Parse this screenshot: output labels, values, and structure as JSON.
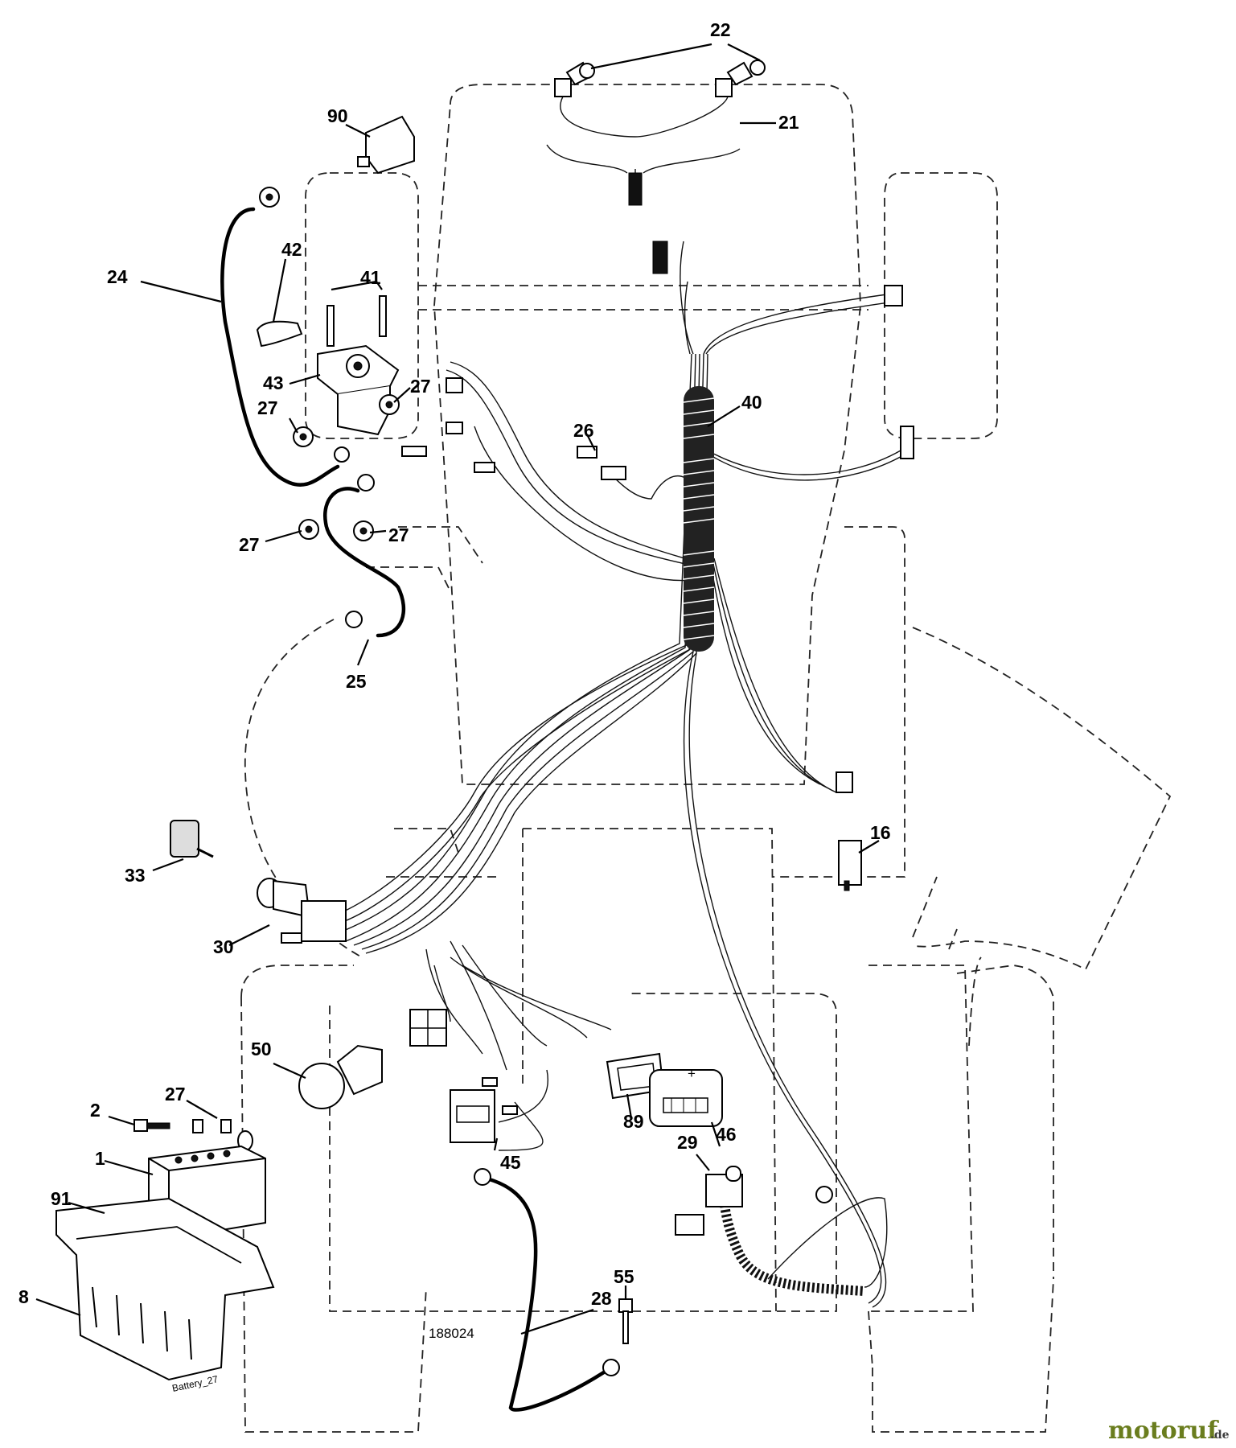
{
  "drawing_number": "188024",
  "battery_label": "Battery_27",
  "watermark": {
    "name": "motoruf",
    "suffix": ".de"
  },
  "callouts": {
    "c1": "1",
    "c2": "2",
    "c8": "8",
    "c16": "16",
    "c21": "21",
    "c22": "22",
    "c24": "24",
    "c25": "25",
    "c26": "26",
    "c27a": "27",
    "c27b": "27",
    "c27c": "27",
    "c27d": "27",
    "c27e": "27",
    "c28": "28",
    "c29": "29",
    "c30": "30",
    "c33": "33",
    "c40": "40",
    "c41": "41",
    "c42": "42",
    "c43": "43",
    "c45": "45",
    "c46": "46",
    "c50": "50",
    "c55": "55",
    "c89": "89",
    "c90": "90",
    "c91": "91"
  }
}
